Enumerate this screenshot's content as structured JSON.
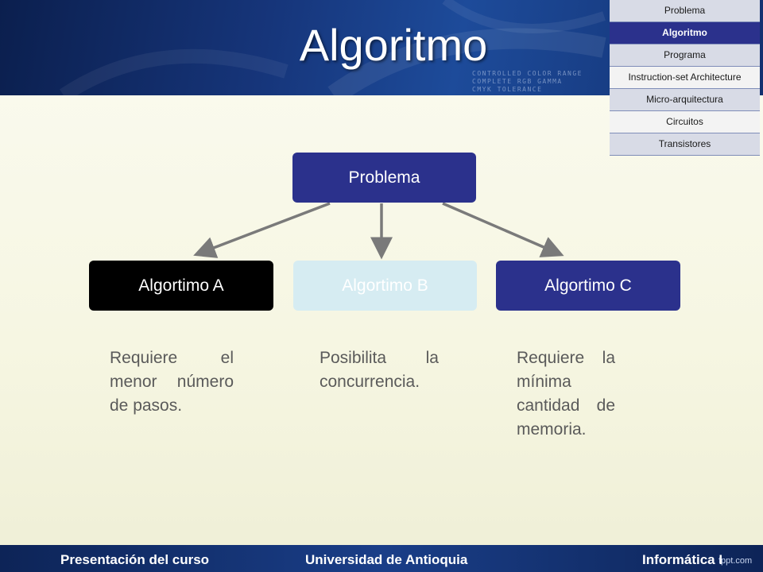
{
  "slide": {
    "title": "Algoritmo"
  },
  "header_pattern_text": [
    "CONTROLLED COLOR RANGE",
    "COMPLETE RGB GAMMA",
    "CMYK TOLERANCE"
  ],
  "levels": [
    {
      "label": "Problema",
      "active": false
    },
    {
      "label": "Algoritmo",
      "active": true
    },
    {
      "label": "Programa",
      "active": false
    },
    {
      "label": "Instruction-set Architecture",
      "active": false
    },
    {
      "label": "Micro-arquitectura",
      "active": false
    },
    {
      "label": "Circuitos",
      "active": false
    },
    {
      "label": "Transistores",
      "active": false
    }
  ],
  "diagram": {
    "root": "Problema",
    "branches": [
      {
        "label": "Algortimo A",
        "description": "Requiere el menor número de pasos."
      },
      {
        "label": "Algortimo B",
        "description": "Posibilita la concurrencia."
      },
      {
        "label": "Algortimo C",
        "description": "Requiere la mínima cantidad de memoria."
      }
    ]
  },
  "footer": {
    "left": "Presentación del curso",
    "center": "Universidad de Antioquia",
    "right": "Informática I",
    "brand": "fppt.com"
  },
  "colors": {
    "accent": "#2b318c",
    "arrow": "#7a7a7a",
    "header_dark": "#0b1f4e"
  }
}
